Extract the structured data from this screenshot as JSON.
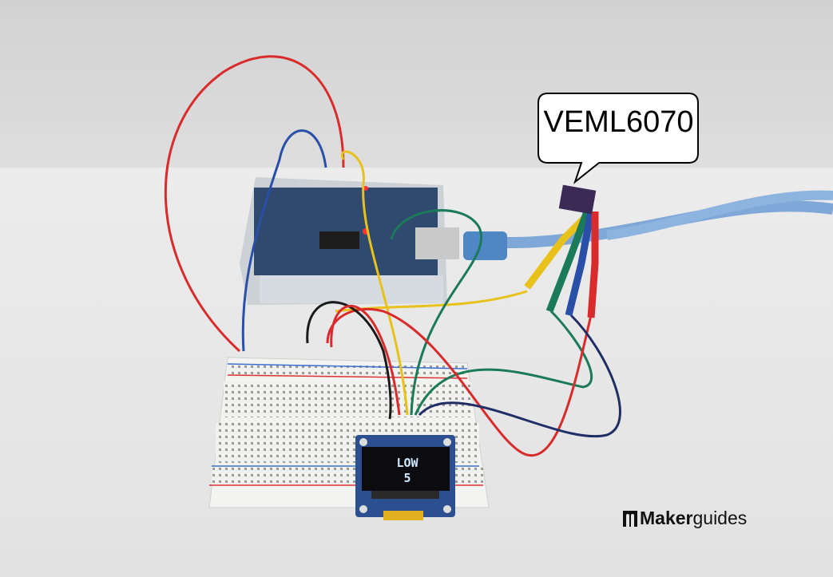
{
  "callout": {
    "label": "VEML6070"
  },
  "oled": {
    "line1": "LOW",
    "line2": "5"
  },
  "logo": {
    "bold": "Maker",
    "regular": "guides"
  },
  "colors": {
    "wall": "#d9d9d9",
    "table": "#e8e8e8",
    "red_wire": "#d92b2b",
    "blue_wire": "#2a4fa8",
    "yellow_wire": "#e8c21a",
    "green_wire": "#1a7a5a",
    "black_wire": "#1a1a1a",
    "usb_cable": "#7fa8d8"
  }
}
